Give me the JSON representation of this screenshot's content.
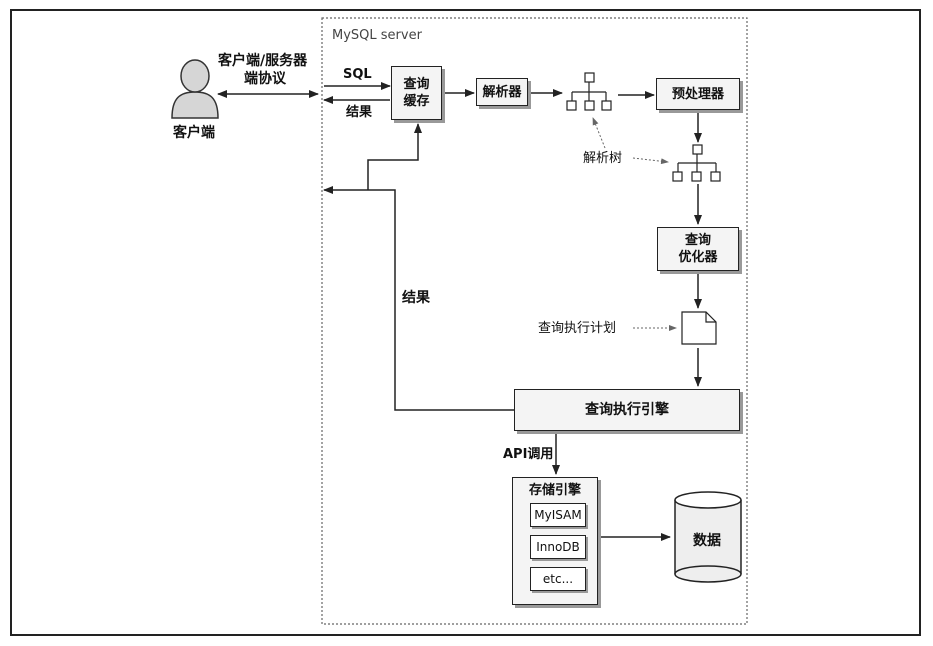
{
  "server": {
    "label": "MySQL server"
  },
  "client": {
    "label": "客户端",
    "protocol_line1": "客户端/服务器",
    "protocol_line2": "端协议"
  },
  "flow": {
    "sql": "SQL",
    "result_top": "结果",
    "result_mid": "结果",
    "api_call": "API调用"
  },
  "boxes": {
    "query_cache_line1": "查询",
    "query_cache_line2": "缓存",
    "parser": "解析器",
    "preprocessor": "预处理器",
    "optimizer_line1": "查询",
    "optimizer_line2": "优化器",
    "exec_engine": "查询执行引擎",
    "storage_title": "存储引擎",
    "data": "数据"
  },
  "engines": [
    "MyISAM",
    "InnoDB",
    "etc..."
  ],
  "annotations": {
    "parse_tree": "解析树",
    "exec_plan": "查询执行计划"
  },
  "colors": {
    "line": "#222222",
    "box_fill": "#f4f4f4",
    "shadow": "#999999"
  }
}
